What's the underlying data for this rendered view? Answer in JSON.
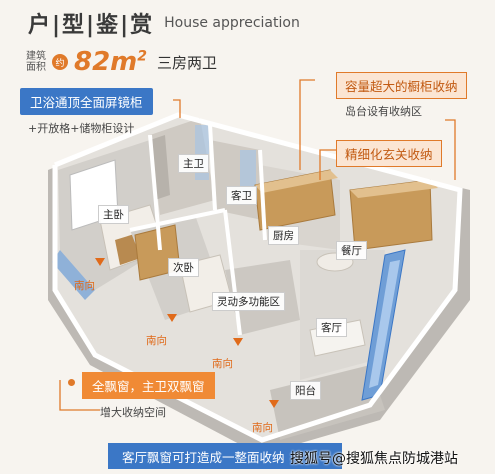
{
  "header": {
    "title": "户|型|鉴|赏",
    "subtitle": "House appreciation"
  },
  "spec": {
    "area_label": "建筑面积",
    "about": "约",
    "area": "82m²",
    "rooms": "三房两卫"
  },
  "callouts": {
    "mirror_cabinet": "卫浴通顶全面屏镜柜",
    "open_grid": "+开放格+储物柜设计",
    "large_cabinet": "容量超大的橱柜收纳",
    "island_storage": "岛台设有收纳区",
    "entrance_storage": "精细化玄关收纳",
    "bay_window": "全飘窗，主卫双飘窗",
    "bay_window_note": "增大收纳空间",
    "living_window": "客厅飘窗可打造成一整面收纳"
  },
  "rooms": {
    "master_bath": "主卫",
    "master_bedroom": "主卧",
    "guest_bath": "客卫",
    "kitchen": "厨房",
    "dining": "餐厅",
    "second_bedroom": "次卧",
    "multi_room": "灵动多功能区",
    "living": "客厅",
    "balcony": "阳台"
  },
  "south_labels": [
    "南向",
    "南向",
    "南向",
    "南向"
  ],
  "watermark": "搜狐号@搜狐焦点防城港站",
  "colors": {
    "accent_orange": "#e07a2a",
    "accent_blue": "#3b77c6",
    "wood": "#c89a5a",
    "wall": "#ffffff",
    "floor": "#d8d5d0"
  }
}
